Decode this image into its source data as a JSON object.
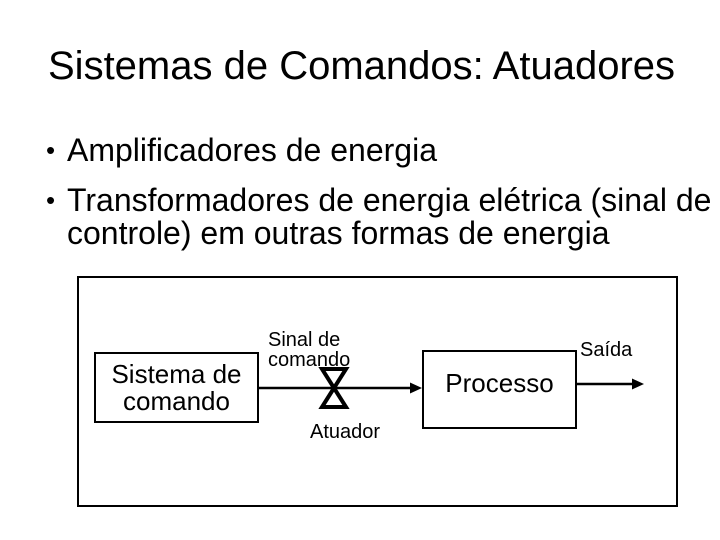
{
  "slide": {
    "title": "Sistemas de Comandos: Atuadores",
    "bullet_char": "•",
    "bullets": [
      "Amplificadores de energia",
      "Transformadores de energia elétrica (sinal de controle) em outras formas de energia"
    ],
    "diagram": {
      "sistema_box": "Sistema de comando",
      "sinal_label": "Sinal de comando",
      "atuador_label": "Atuador",
      "processo_box": "Processo",
      "saida_label": "Saída"
    },
    "colors": {
      "background": "#ffffff",
      "text": "#000000",
      "line": "#000000"
    }
  }
}
